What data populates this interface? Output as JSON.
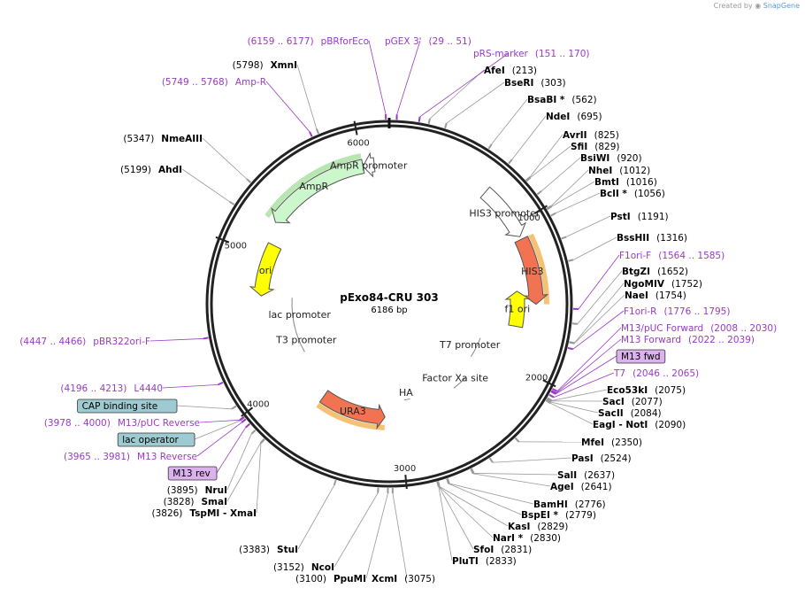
{
  "watermark": {
    "prefix": "Created by",
    "brand": "SnapGene"
  },
  "plasmid": {
    "name": "pExo84-CRU 303",
    "size": "6186 bp"
  },
  "ticks": [
    "1000",
    "2000",
    "3000",
    "4000",
    "5000",
    "6000"
  ],
  "features": [
    {
      "label": "HIS3",
      "color": "#f27352"
    },
    {
      "label": "HIS3 promoter",
      "color": "#ffffff"
    },
    {
      "label": "AmpR",
      "color": "#ccf7cc"
    },
    {
      "label": "AmpR promoter",
      "color": "#ffffff"
    },
    {
      "label": "ori",
      "color": "#ffff00"
    },
    {
      "label": "f1 ori",
      "color": "#ffff00"
    },
    {
      "label": "URA3",
      "color": "#f27352"
    },
    {
      "label": "lac promoter",
      "color": "#ffffff"
    },
    {
      "label": "T3 promoter",
      "color": "#ffffff"
    },
    {
      "label": "T7 promoter",
      "color": "#ffffff"
    },
    {
      "label": "Factor Xa site",
      "color": "#ffffff"
    },
    {
      "label": "HA",
      "color": "#ffffff"
    }
  ],
  "site_labels": [
    {
      "enzyme": "AfeI",
      "pos": "(213)",
      "color": "black"
    },
    {
      "enzyme": "BseRI",
      "pos": "(303)",
      "color": "black"
    },
    {
      "enzyme": "BsaBI *",
      "pos": "(562)",
      "color": "black"
    },
    {
      "enzyme": "NdeI",
      "pos": "(695)",
      "color": "black"
    },
    {
      "enzyme": "AvrII",
      "pos": "(825)",
      "color": "black"
    },
    {
      "enzyme": "SfiI",
      "pos": "(829)",
      "color": "black"
    },
    {
      "enzyme": "BsiWI",
      "pos": "(920)",
      "color": "black"
    },
    {
      "enzyme": "NheI",
      "pos": "(1012)",
      "color": "black"
    },
    {
      "enzyme": "BmtI",
      "pos": "(1016)",
      "color": "black"
    },
    {
      "enzyme": "BclI *",
      "pos": "(1056)",
      "color": "black"
    },
    {
      "enzyme": "PstI",
      "pos": "(1191)",
      "color": "black"
    },
    {
      "enzyme": "BssHII",
      "pos": "(1316)",
      "color": "black"
    },
    {
      "enzyme": "F1ori-F",
      "pos": "(1564 .. 1585)",
      "color": "purple"
    },
    {
      "enzyme": "BtgZI",
      "pos": "(1652)",
      "color": "black"
    },
    {
      "enzyme": "NgoMIV",
      "pos": "(1752)",
      "color": "black"
    },
    {
      "enzyme": "NaeI",
      "pos": "(1754)",
      "color": "black"
    },
    {
      "enzyme": "F1ori-R",
      "pos": "(1776 .. 1795)",
      "color": "purple"
    },
    {
      "enzyme": "M13/pUC Forward",
      "pos": "(2008 .. 2030)",
      "color": "purple"
    },
    {
      "enzyme": "M13 Forward",
      "pos": "(2022 .. 2039)",
      "color": "purple"
    },
    {
      "enzyme": "M13 fwd",
      "pos": "",
      "color": "boxpurple"
    },
    {
      "enzyme": "T7",
      "pos": "(2046 .. 2065)",
      "color": "purple"
    },
    {
      "enzyme": "Eco53kI",
      "pos": "(2075)",
      "color": "black"
    },
    {
      "enzyme": "SacI",
      "pos": "(2077)",
      "color": "black"
    },
    {
      "enzyme": "SacII",
      "pos": "(2084)",
      "color": "black"
    },
    {
      "enzyme": "EagI - NotI",
      "pos": "(2090)",
      "color": "black"
    },
    {
      "enzyme": "MfeI",
      "pos": "(2350)",
      "color": "black"
    },
    {
      "enzyme": "PasI",
      "pos": "(2524)",
      "color": "black"
    },
    {
      "enzyme": "SalI",
      "pos": "(2637)",
      "color": "black"
    },
    {
      "enzyme": "AgeI",
      "pos": "(2641)",
      "color": "black"
    },
    {
      "enzyme": "BamHI",
      "pos": "(2776)",
      "color": "black"
    },
    {
      "enzyme": "BspEI *",
      "pos": "(2779)",
      "color": "black"
    },
    {
      "enzyme": "KasI",
      "pos": "(2829)",
      "color": "black"
    },
    {
      "enzyme": "NarI *",
      "pos": "(2830)",
      "color": "black"
    },
    {
      "enzyme": "SfoI",
      "pos": "(2831)",
      "color": "black"
    },
    {
      "enzyme": "PluTI",
      "pos": "(2833)",
      "color": "black"
    },
    {
      "enzyme": "XcmI",
      "pos": "(3075)",
      "color": "black"
    },
    {
      "enzyme": "PpuMI",
      "pos": "(3100)",
      "color": "black"
    },
    {
      "enzyme": "NcoI",
      "pos": "(3152)",
      "color": "black"
    },
    {
      "enzyme": "StuI",
      "pos": "(3383)",
      "color": "black"
    },
    {
      "enzyme": "TspMI - XmaI",
      "pos": "(3826)",
      "color": "black"
    },
    {
      "enzyme": "SmaI",
      "pos": "(3828)",
      "color": "black"
    },
    {
      "enzyme": "NruI",
      "pos": "(3895)",
      "color": "black"
    },
    {
      "enzyme": "M13 rev",
      "pos": "",
      "color": "boxpurple"
    },
    {
      "enzyme": "M13 Reverse",
      "pos": "(3965 .. 3981)",
      "color": "purple"
    },
    {
      "enzyme": "lac operator",
      "pos": "",
      "color": "boxteal"
    },
    {
      "enzyme": "M13/pUC Reverse",
      "pos": "(3978 .. 4000)",
      "color": "purple"
    },
    {
      "enzyme": "CAP binding site",
      "pos": "",
      "color": "boxteal"
    },
    {
      "enzyme": "L4440",
      "pos": "(4196 .. 4213)",
      "color": "purple"
    },
    {
      "enzyme": "pBR322ori-F",
      "pos": "(4447 .. 4466)",
      "color": "purple"
    },
    {
      "enzyme": "AhdI",
      "pos": "(5199)",
      "color": "black"
    },
    {
      "enzyme": "NmeAIII",
      "pos": "(5347)",
      "color": "black"
    },
    {
      "enzyme": "Amp-R",
      "pos": "(5749 .. 5768)",
      "color": "purple"
    },
    {
      "enzyme": "XmnI",
      "pos": "(5798)",
      "color": "black"
    },
    {
      "enzyme": "pBRforEco",
      "pos": "(6159 .. 6177)",
      "color": "purple"
    },
    {
      "enzyme": "pGEX 3'",
      "pos": "(29 .. 51)",
      "color": "purple"
    },
    {
      "enzyme": "pRS-marker",
      "pos": "(151 .. 170)",
      "color": "purple"
    }
  ],
  "colors": {
    "purple": "#9a3ac8",
    "black": "#000000",
    "teal_box": "#9ecbd1",
    "purple_box": "#dcb2ee"
  }
}
